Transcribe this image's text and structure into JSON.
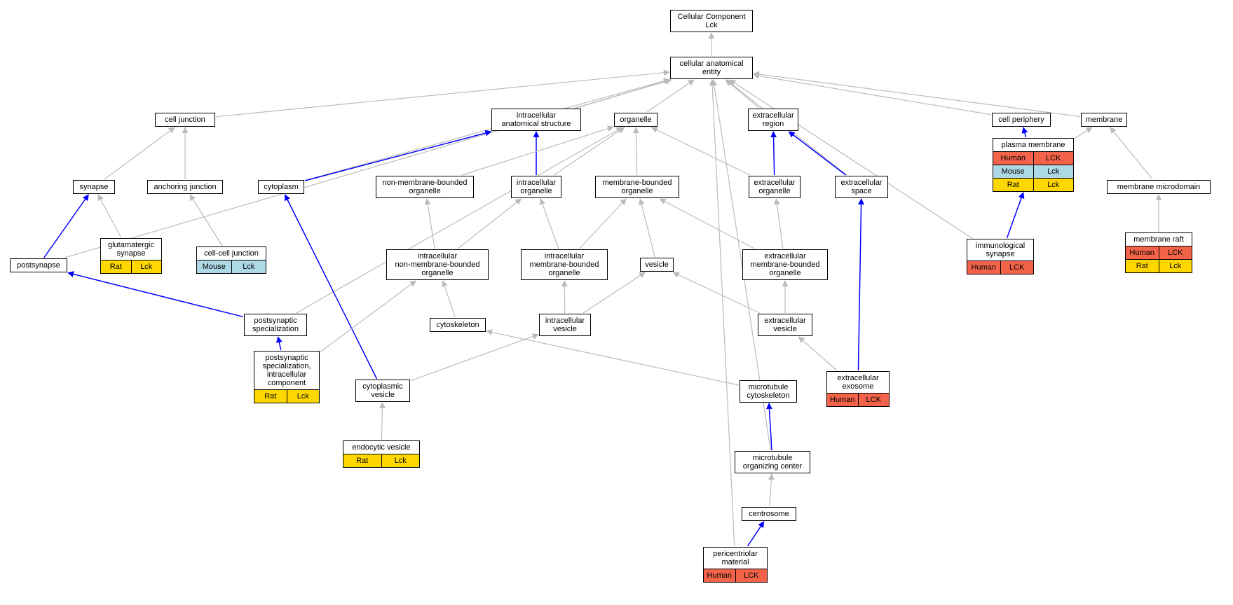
{
  "colors": {
    "is_a_edge": "#bbbbbb",
    "part_of_edge": "#0000ff",
    "human": "#f26349",
    "mouse": "#add8e6",
    "rat": "#ffd700"
  },
  "nodes": [
    {
      "id": "root",
      "label": "Cellular Component\nLck"
    },
    {
      "id": "cae",
      "label": "cellular anatomical\nentity"
    },
    {
      "id": "celljunction",
      "label": "cell junction"
    },
    {
      "id": "ias",
      "label": "intracellular\nanatomical structure"
    },
    {
      "id": "organelle",
      "label": "organelle"
    },
    {
      "id": "extregion",
      "label": "extracellular\nregion"
    },
    {
      "id": "cellperiphery",
      "label": "cell periphery"
    },
    {
      "id": "membrane",
      "label": "membrane"
    },
    {
      "id": "synapse",
      "label": "synapse"
    },
    {
      "id": "anchoring",
      "label": "anchoring junction"
    },
    {
      "id": "cytoplasm",
      "label": "cytoplasm"
    },
    {
      "id": "nonmemorg",
      "label": "non-membrane-bounded\norganelle"
    },
    {
      "id": "intraorg",
      "label": "intracellular\norganelle"
    },
    {
      "id": "memorg",
      "label": "membrane-bounded\norganelle"
    },
    {
      "id": "extorg",
      "label": "extracellular\norganelle"
    },
    {
      "id": "extspace",
      "label": "extracellular\nspace"
    },
    {
      "id": "plasmamem",
      "label": "plasma membrane",
      "ann": [
        [
          "Human",
          "LCK"
        ],
        [
          "Mouse",
          "Lck"
        ],
        [
          "Rat",
          "Lck"
        ]
      ]
    },
    {
      "id": "memmicro",
      "label": "membrane microdomain"
    },
    {
      "id": "postsynapse",
      "label": "postsynapse"
    },
    {
      "id": "glut",
      "label": "glutamatergic\nsynapse",
      "ann": [
        [
          "Rat",
          "Lck"
        ]
      ]
    },
    {
      "id": "cellcell",
      "label": "cell-cell junction",
      "ann": [
        [
          "Mouse",
          "Lck"
        ]
      ]
    },
    {
      "id": "intranonmem",
      "label": "intracellular\nnon-membrane-bounded\norganelle"
    },
    {
      "id": "intramem",
      "label": "intracellular\nmembrane-bounded\norganelle"
    },
    {
      "id": "vesicle",
      "label": "vesicle"
    },
    {
      "id": "extmem",
      "label": "extracellular\nmembrane-bounded\norganelle"
    },
    {
      "id": "immsyn",
      "label": "immunological\nsynapse",
      "ann": [
        [
          "Human",
          "LCK"
        ]
      ]
    },
    {
      "id": "memraft",
      "label": "membrane raft",
      "ann": [
        [
          "Human",
          "LCK"
        ],
        [
          "Rat",
          "Lck"
        ]
      ]
    },
    {
      "id": "pss",
      "label": "postsynaptic\nspecialization"
    },
    {
      "id": "cytoskeleton",
      "label": "cytoskeleton"
    },
    {
      "id": "intraves",
      "label": "intracellular\nvesicle"
    },
    {
      "id": "extves",
      "label": "extracellular\nvesicle"
    },
    {
      "id": "pssic",
      "label": "postsynaptic\nspecialization,\nintracellular\ncomponent",
      "ann": [
        [
          "Rat",
          "Lck"
        ]
      ]
    },
    {
      "id": "cytoves",
      "label": "cytoplasmic\nvesicle"
    },
    {
      "id": "mtcyto",
      "label": "microtubule\ncytoskeleton"
    },
    {
      "id": "exosome",
      "label": "extracellular\nexosome",
      "ann": [
        [
          "Human",
          "LCK"
        ]
      ]
    },
    {
      "id": "endoves",
      "label": "endocytic vesicle",
      "ann": [
        [
          "Rat",
          "Lck"
        ]
      ]
    },
    {
      "id": "mtoc",
      "label": "microtubule\norganizing center"
    },
    {
      "id": "centrosome",
      "label": "centrosome"
    },
    {
      "id": "pcm",
      "label": "pericentriolar\nmaterial",
      "ann": [
        [
          "Human",
          "LCK"
        ]
      ]
    }
  ],
  "edges": [
    {
      "from": "cae",
      "to": "root",
      "type": "is_a"
    },
    {
      "from": "celljunction",
      "to": "cae",
      "type": "is_a"
    },
    {
      "from": "ias",
      "to": "cae",
      "type": "is_a"
    },
    {
      "from": "organelle",
      "to": "cae",
      "type": "is_a"
    },
    {
      "from": "extregion",
      "to": "cae",
      "type": "is_a"
    },
    {
      "from": "cellperiphery",
      "to": "cae",
      "type": "is_a"
    },
    {
      "from": "membrane",
      "to": "cae",
      "type": "is_a"
    },
    {
      "from": "postsynapse",
      "to": "cae",
      "type": "is_a"
    },
    {
      "from": "cytoplasm",
      "to": "cae",
      "type": "is_a"
    },
    {
      "from": "extspace",
      "to": "cae",
      "type": "is_a"
    },
    {
      "from": "immsyn",
      "to": "cae",
      "type": "is_a"
    },
    {
      "from": "mtoc",
      "to": "cae",
      "type": "is_a"
    },
    {
      "from": "pcm",
      "to": "cae",
      "type": "is_a"
    },
    {
      "from": "synapse",
      "to": "celljunction",
      "type": "is_a"
    },
    {
      "from": "anchoring",
      "to": "celljunction",
      "type": "is_a"
    },
    {
      "from": "cytoplasm",
      "to": "ias",
      "type": "part_of"
    },
    {
      "from": "intraorg",
      "to": "ias",
      "type": "part_of"
    },
    {
      "from": "nonmemorg",
      "to": "organelle",
      "type": "is_a"
    },
    {
      "from": "intraorg",
      "to": "organelle",
      "type": "is_a"
    },
    {
      "from": "memorg",
      "to": "organelle",
      "type": "is_a"
    },
    {
      "from": "extorg",
      "to": "organelle",
      "type": "is_a"
    },
    {
      "from": "pss",
      "to": "organelle",
      "type": "is_a"
    },
    {
      "from": "extorg",
      "to": "extregion",
      "type": "part_of"
    },
    {
      "from": "extspace",
      "to": "extregion",
      "type": "part_of"
    },
    {
      "from": "plasmamem",
      "to": "cellperiphery",
      "type": "part_of"
    },
    {
      "from": "plasmamem",
      "to": "membrane",
      "type": "is_a"
    },
    {
      "from": "memmicro",
      "to": "membrane",
      "type": "is_a"
    },
    {
      "from": "postsynapse",
      "to": "synapse",
      "type": "part_of"
    },
    {
      "from": "glut",
      "to": "synapse",
      "type": "is_a"
    },
    {
      "from": "cellcell",
      "to": "anchoring",
      "type": "is_a"
    },
    {
      "from": "cytoves",
      "to": "cytoplasm",
      "type": "part_of"
    },
    {
      "from": "intranonmem",
      "to": "nonmemorg",
      "type": "is_a"
    },
    {
      "from": "intranonmem",
      "to": "intraorg",
      "type": "is_a"
    },
    {
      "from": "intramem",
      "to": "intraorg",
      "type": "is_a"
    },
    {
      "from": "intramem",
      "to": "memorg",
      "type": "is_a"
    },
    {
      "from": "vesicle",
      "to": "memorg",
      "type": "is_a"
    },
    {
      "from": "extmem",
      "to": "memorg",
      "type": "is_a"
    },
    {
      "from": "extmem",
      "to": "extorg",
      "type": "is_a"
    },
    {
      "from": "exosome",
      "to": "extspace",
      "type": "part_of"
    },
    {
      "from": "immsyn",
      "to": "plasmamem",
      "type": "part_of"
    },
    {
      "from": "memraft",
      "to": "memmicro",
      "type": "is_a"
    },
    {
      "from": "pss",
      "to": "postsynapse",
      "type": "part_of"
    },
    {
      "from": "pssic",
      "to": "pss",
      "type": "part_of"
    },
    {
      "from": "pssic",
      "to": "intranonmem",
      "type": "is_a"
    },
    {
      "from": "cytoskeleton",
      "to": "intranonmem",
      "type": "is_a"
    },
    {
      "from": "intraves",
      "to": "intramem",
      "type": "is_a"
    },
    {
      "from": "intraves",
      "to": "vesicle",
      "type": "is_a"
    },
    {
      "from": "extves",
      "to": "vesicle",
      "type": "is_a"
    },
    {
      "from": "extves",
      "to": "extmem",
      "type": "is_a"
    },
    {
      "from": "cytoves",
      "to": "intraves",
      "type": "is_a"
    },
    {
      "from": "mtcyto",
      "to": "cytoskeleton",
      "type": "is_a"
    },
    {
      "from": "exosome",
      "to": "extves",
      "type": "is_a"
    },
    {
      "from": "endoves",
      "to": "cytoves",
      "type": "is_a"
    },
    {
      "from": "mtoc",
      "to": "mtcyto",
      "type": "part_of"
    },
    {
      "from": "centrosome",
      "to": "mtoc",
      "type": "is_a"
    },
    {
      "from": "pcm",
      "to": "centrosome",
      "type": "part_of"
    }
  ]
}
